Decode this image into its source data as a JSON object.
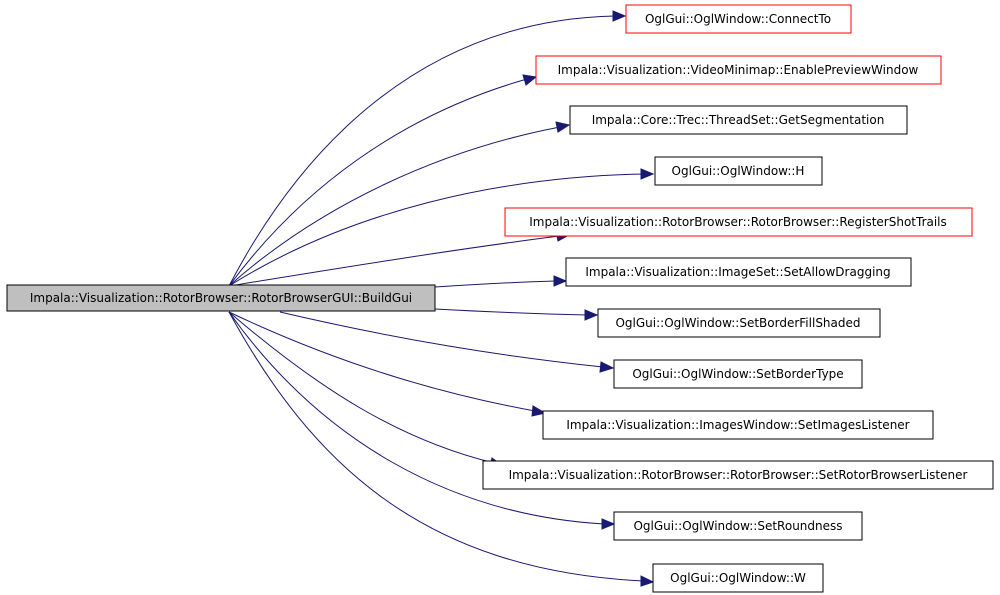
{
  "colors": {
    "edge": "#191970",
    "source_fill": "#bfbfbf",
    "node_fill": "#ffffff",
    "normal_border": "#000000",
    "highlight_border": "#ff0000"
  },
  "source": {
    "label": "Impala::Visualization::RotorBrowser::RotorBrowserGUI::BuildGui"
  },
  "targets": [
    {
      "label": "OglGui::OglWindow::ConnectTo",
      "border": "red"
    },
    {
      "label": "Impala::Visualization::VideoMinimap::EnablePreviewWindow",
      "border": "red"
    },
    {
      "label": "Impala::Core::Trec::ThreadSet::GetSegmentation",
      "border": "black"
    },
    {
      "label": "OglGui::OglWindow::H",
      "border": "black"
    },
    {
      "label": "Impala::Visualization::RotorBrowser::RotorBrowser::RegisterShotTrails",
      "border": "red"
    },
    {
      "label": "Impala::Visualization::ImageSet::SetAllowDragging",
      "border": "black"
    },
    {
      "label": "OglGui::OglWindow::SetBorderFillShaded",
      "border": "black"
    },
    {
      "label": "OglGui::OglWindow::SetBorderType",
      "border": "black"
    },
    {
      "label": "Impala::Visualization::ImagesWindow::SetImagesListener",
      "border": "black"
    },
    {
      "label": "Impala::Visualization::RotorBrowser::RotorBrowser::SetRotorBrowserListener",
      "border": "black"
    },
    {
      "label": "OglGui::OglWindow::SetRoundness",
      "border": "black"
    },
    {
      "label": "OglGui::OglWindow::W",
      "border": "black"
    }
  ]
}
